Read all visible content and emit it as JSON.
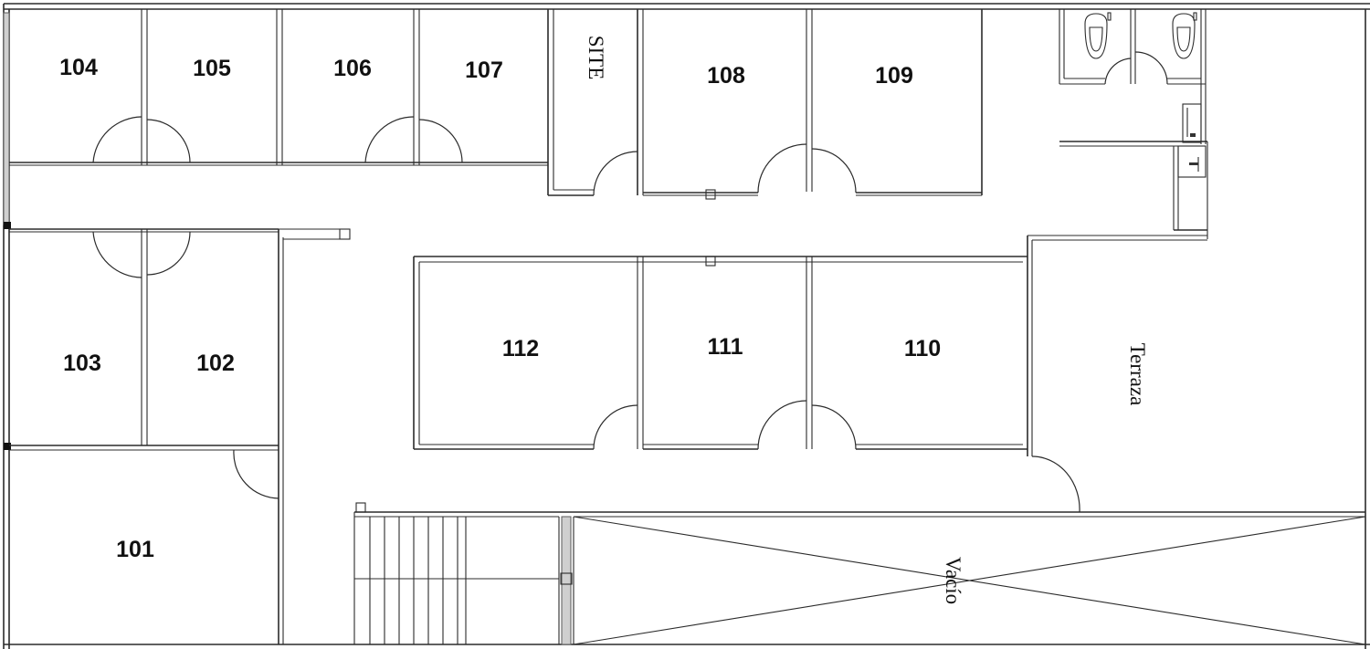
{
  "rooms": {
    "r101": "101",
    "r102": "102",
    "r103": "103",
    "r104": "104",
    "r105": "105",
    "r106": "106",
    "r107": "107",
    "r108": "108",
    "r109": "109",
    "r110": "110",
    "r111": "111",
    "r112": "112",
    "site": "SITE",
    "terraza": "Terraza",
    "vacio": "Vacío"
  },
  "icons": [
    "toilet-icon",
    "sink-icon",
    "stair-icon",
    "door-swing-icon"
  ],
  "colors": {
    "line": "#2b2b2b",
    "background": "#ffffff"
  }
}
